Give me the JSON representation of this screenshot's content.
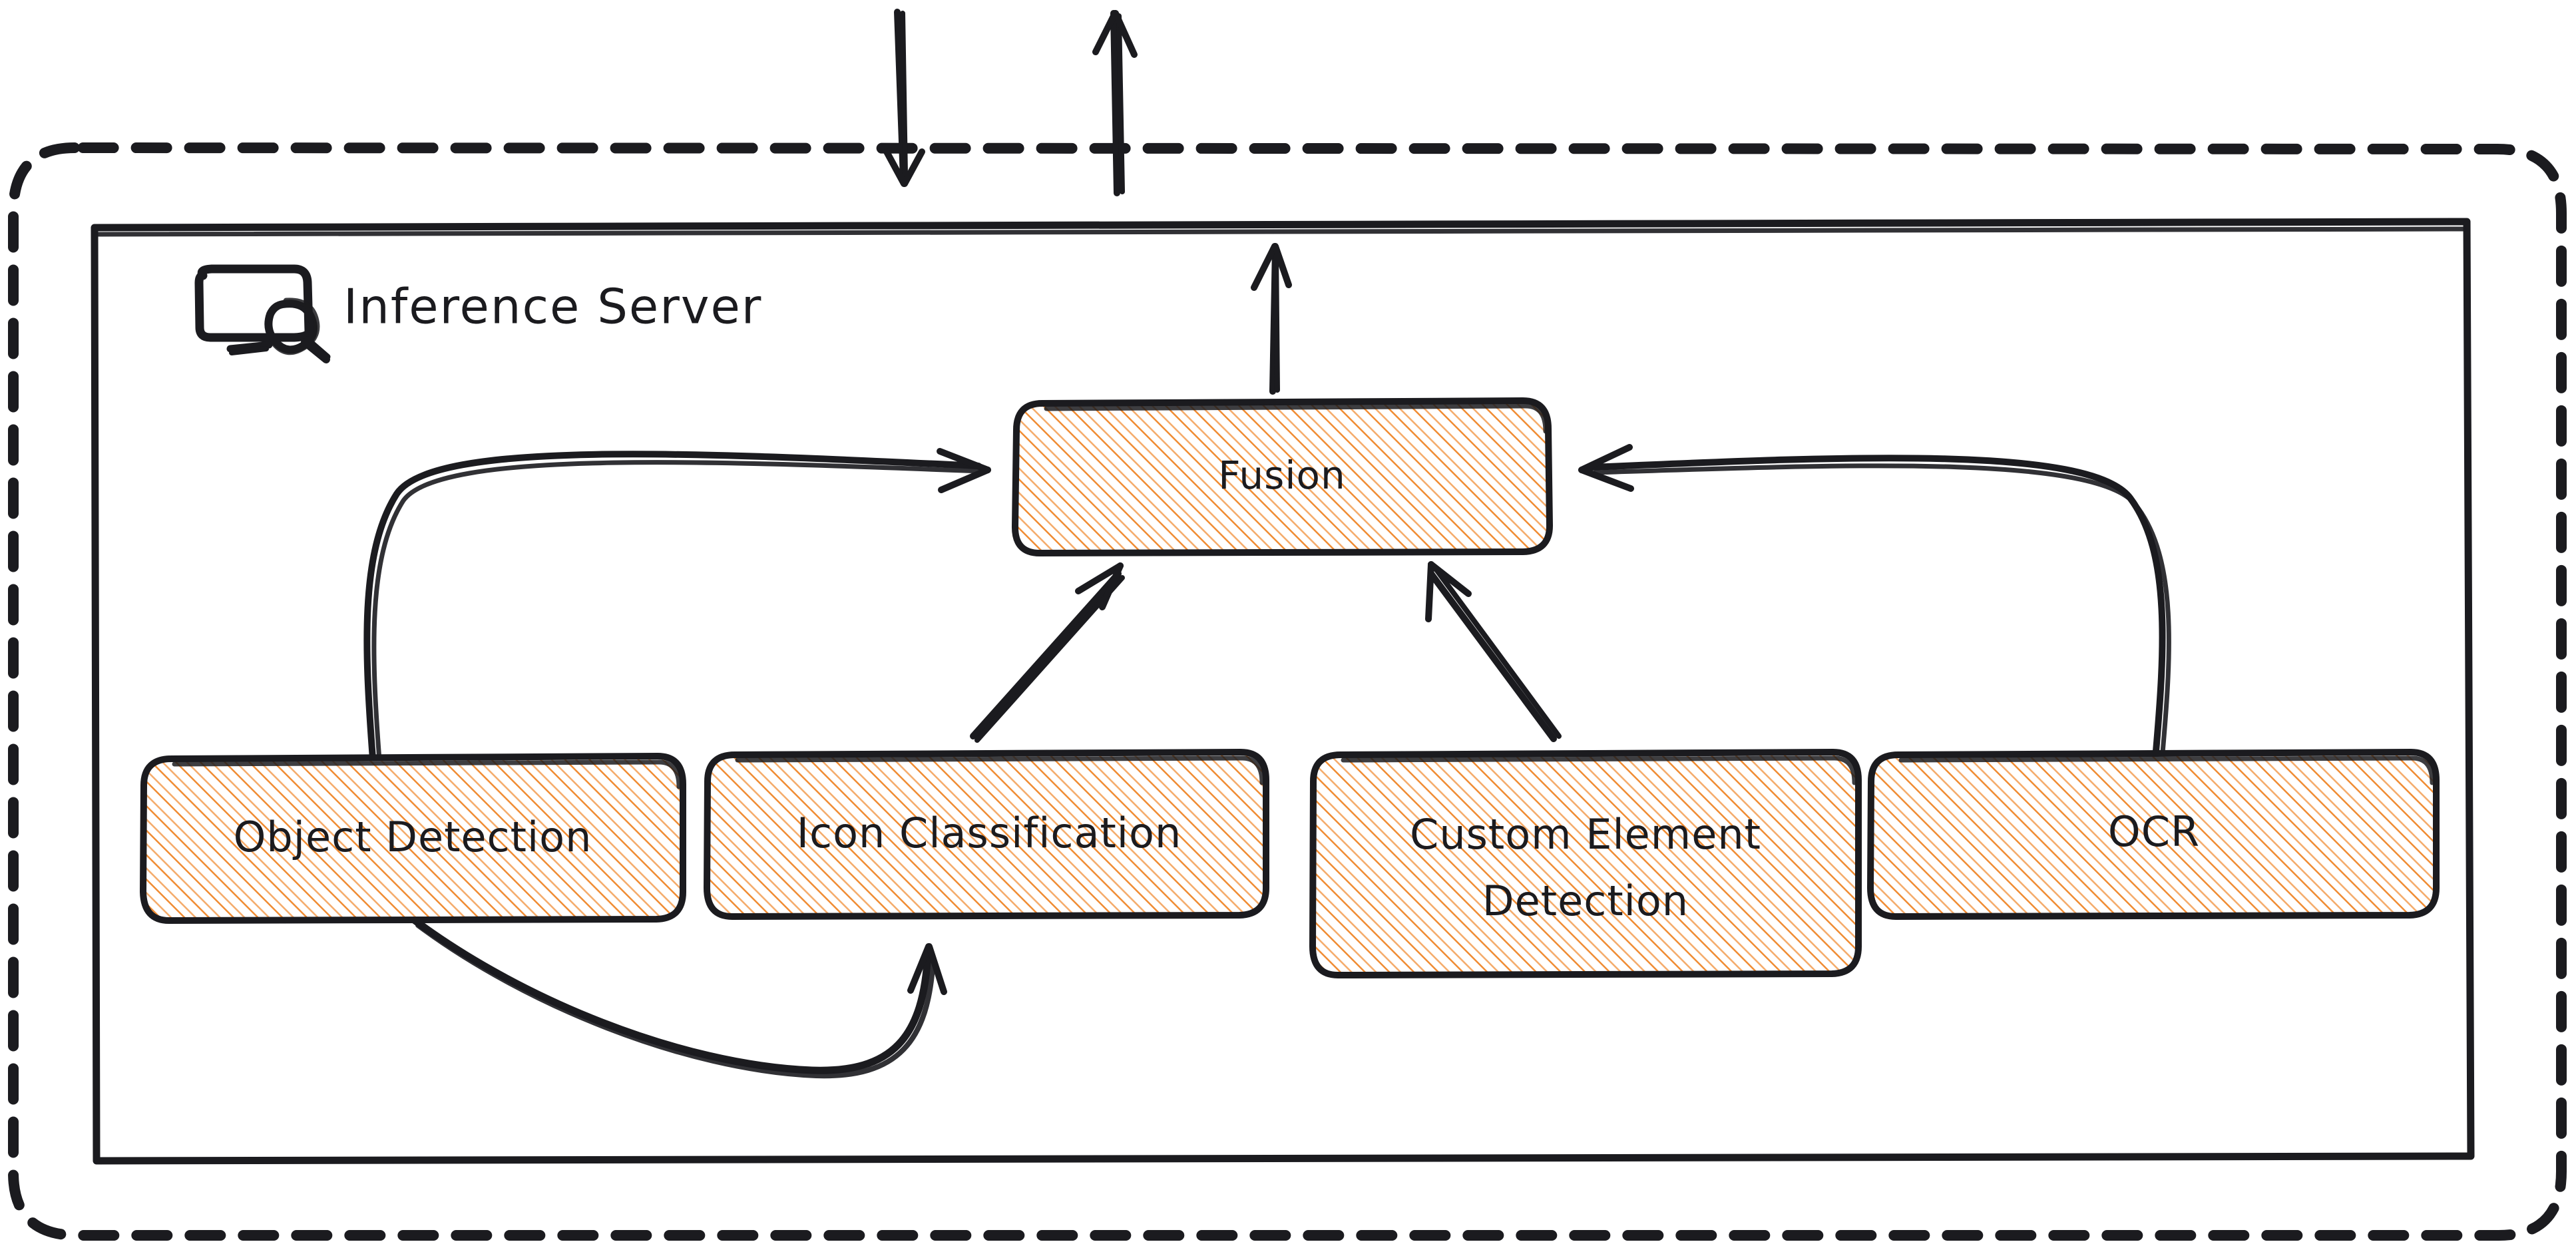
{
  "diagram": {
    "title": "Inference Server",
    "style": "hand-drawn sketch (excalidraw)",
    "colors": {
      "stroke": "#1b1b1f",
      "hatch_fill": "#f08c33",
      "dashed_boundary": "#f2495c",
      "background": "#ffffff"
    },
    "boundary": {
      "name": "deployment-boundary",
      "line_style": "dashed",
      "color": "#f2495c"
    },
    "container": {
      "name": "inference-server-container",
      "label": "Inference Server",
      "icon": "screen-magnifier-icon"
    },
    "nodes": [
      {
        "id": "fusion",
        "label": "Fusion",
        "lines": [
          "Fusion"
        ]
      },
      {
        "id": "object-detection",
        "label": "Object Detection",
        "lines": [
          "Object Detection"
        ]
      },
      {
        "id": "icon-classification",
        "label": "Icon Classification",
        "lines": [
          "Icon Classification"
        ]
      },
      {
        "id": "custom-element-detection",
        "label": "Custom Element Detection",
        "lines": [
          "Custom Element",
          "Detection"
        ]
      },
      {
        "id": "ocr",
        "label": "OCR",
        "lines": [
          "OCR"
        ]
      }
    ],
    "edges": [
      {
        "id": "edge-input",
        "from": "external",
        "to": "inference-server-container",
        "shape": "straight-down"
      },
      {
        "id": "edge-output",
        "from": "inference-server-container",
        "to": "external",
        "shape": "straight-up"
      },
      {
        "id": "edge-fusion-out",
        "from": "fusion",
        "to": "external",
        "shape": "straight-up"
      },
      {
        "id": "edge-object-detection-fusion",
        "from": "object-detection",
        "to": "fusion",
        "shape": "curve-up-right"
      },
      {
        "id": "edge-icon-classification-fusion",
        "from": "icon-classification",
        "to": "fusion",
        "shape": "diagonal-up-right"
      },
      {
        "id": "edge-custom-element-detection-fusion",
        "from": "custom-element-detection",
        "to": "fusion",
        "shape": "diagonal-up-left"
      },
      {
        "id": "edge-ocr-fusion",
        "from": "ocr",
        "to": "fusion",
        "shape": "curve-up-left"
      },
      {
        "id": "edge-object-detection-icon-classification",
        "from": "object-detection",
        "to": "icon-classification",
        "shape": "curve-under"
      }
    ]
  }
}
